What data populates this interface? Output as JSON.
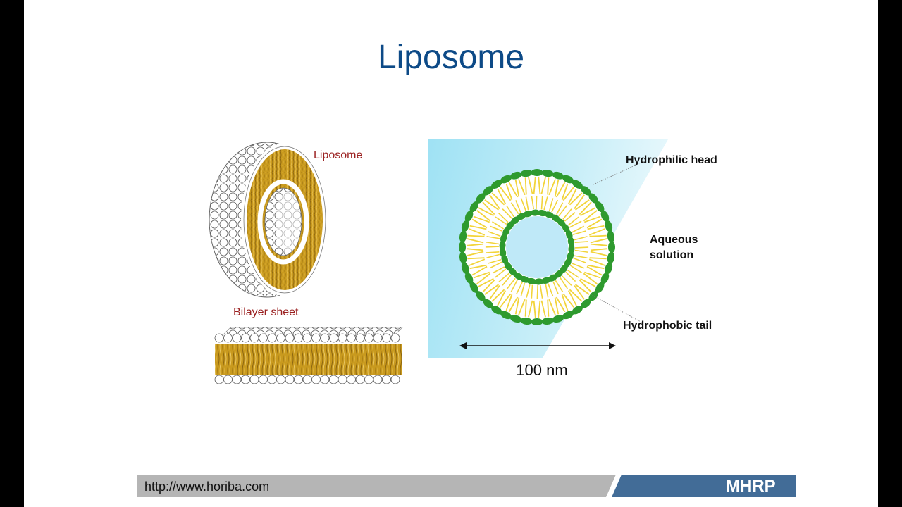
{
  "slide": {
    "title": "Liposome",
    "footer": {
      "url": "http://www.horiba.com",
      "brand": "MHRP"
    }
  },
  "left_figure": {
    "liposome_label": "Liposome",
    "bilayer_label": "Bilayer sheet",
    "label_color": "#9a1f1f"
  },
  "right_figure": {
    "head_label": "Hydrophilic head",
    "aqueous_label_line1": "Aqueous",
    "aqueous_label_line2": "solution",
    "tail_label": "Hydrophobic tail",
    "scale_label": "100 nm"
  },
  "colors": {
    "title": "#0d4a87",
    "head_green": "#2e9a2e",
    "tail_yellow": "#f2d43a",
    "lipid_gold": "#c99a1e",
    "water_blue": "#aee6f5",
    "footer_gray": "#b5b5b5",
    "footer_blue": "#426c97"
  }
}
